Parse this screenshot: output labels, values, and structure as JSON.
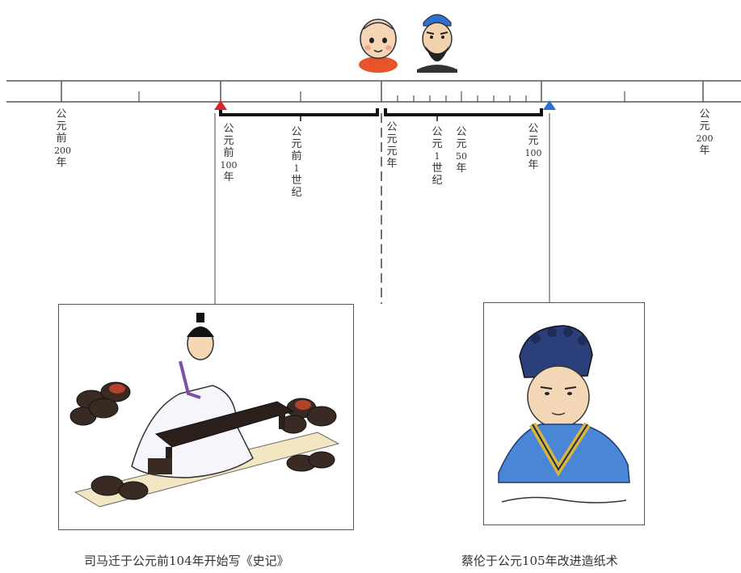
{
  "timeline": {
    "labels": [
      {
        "id": "bc200",
        "chars": [
          "公",
          "元",
          "前",
          "200",
          "年"
        ]
      },
      {
        "id": "bc100",
        "chars": [
          "公",
          "元",
          "前",
          "100",
          "年"
        ]
      },
      {
        "id": "bc-century1",
        "chars": [
          "公",
          "元",
          "前",
          "1",
          "世",
          "纪"
        ]
      },
      {
        "id": "year0",
        "chars": [
          "公",
          "元",
          "元",
          "年"
        ]
      },
      {
        "id": "ad-century1",
        "chars": [
          "公",
          "元",
          "1",
          "世",
          "纪"
        ]
      },
      {
        "id": "ad50",
        "chars": [
          "公",
          "元",
          "50",
          "年"
        ]
      },
      {
        "id": "ad100",
        "chars": [
          "公",
          "元",
          "100",
          "年"
        ]
      },
      {
        "id": "ad200",
        "chars": [
          "公",
          "元",
          "200",
          "年"
        ]
      }
    ],
    "markers": {
      "left_color": "#d9262b",
      "right_color": "#2f6fd0"
    }
  },
  "captions": {
    "sima_qian": "司马迁于公元前104年开始写《史记》",
    "cai_lun": "蔡伦于公元105年改进造纸术"
  },
  "icons": {
    "baby": "baby-face-icon",
    "elder": "elder-face-icon"
  },
  "colors": {
    "line": "#444444",
    "robe_blue": "#4a86d6",
    "hat_blue": "#2b3f7a",
    "collar_gold": "#d8b63a"
  }
}
